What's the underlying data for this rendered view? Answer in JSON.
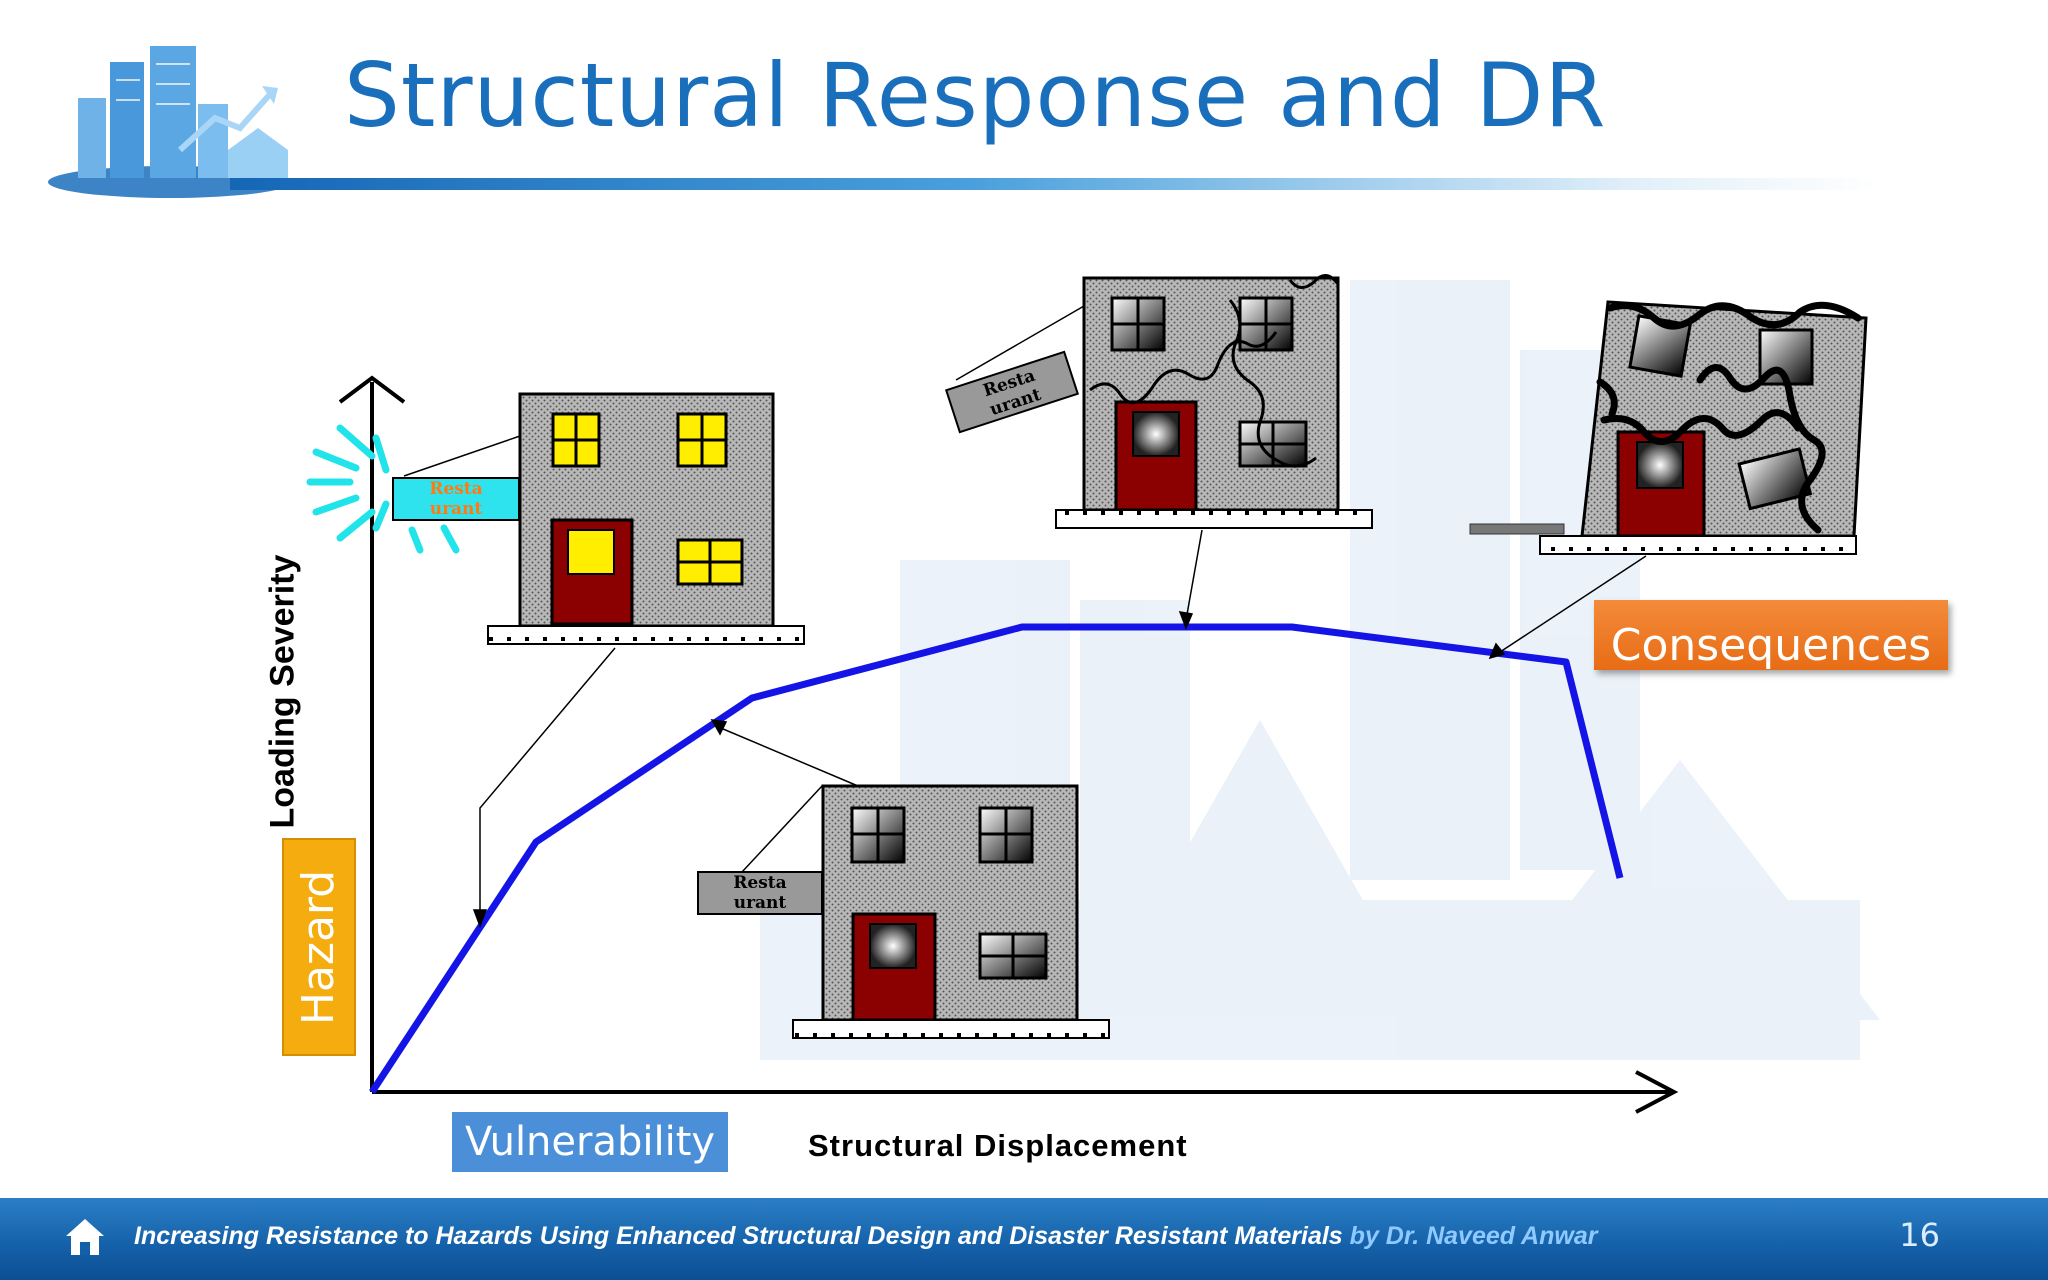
{
  "slide": {
    "title": "Structural Response and DR",
    "slide_number": "16",
    "footer_main": "Increasing Resistance to Hazards Using Enhanced Structural Design and Disaster Resistant Materials",
    "footer_author": "by Dr. Naveed Anwar",
    "accent_color": "#1a6fbc",
    "footer_color": "#1460a8"
  },
  "diagram": {
    "x_axis_label": "Structural Displacement",
    "y_axis_label": "Loading Severity",
    "hazard_label": "Hazard",
    "vulnerability_label": "Vulnerability",
    "consequences_label": "Consequences",
    "curve_color": "#1414e6",
    "buildings": [
      {
        "state": "undamaged",
        "sign": "Restaurant",
        "sign_line1": "Resta",
        "sign_line2": "urant"
      },
      {
        "state": "slight damage",
        "sign": "Restaurant",
        "sign_line1": "Resta",
        "sign_line2": "urant"
      },
      {
        "state": "moderate damage",
        "sign": "Restaurant",
        "sign_line1": "Resta",
        "sign_line2": "urant"
      },
      {
        "state": "collapse",
        "sign": ""
      }
    ]
  }
}
